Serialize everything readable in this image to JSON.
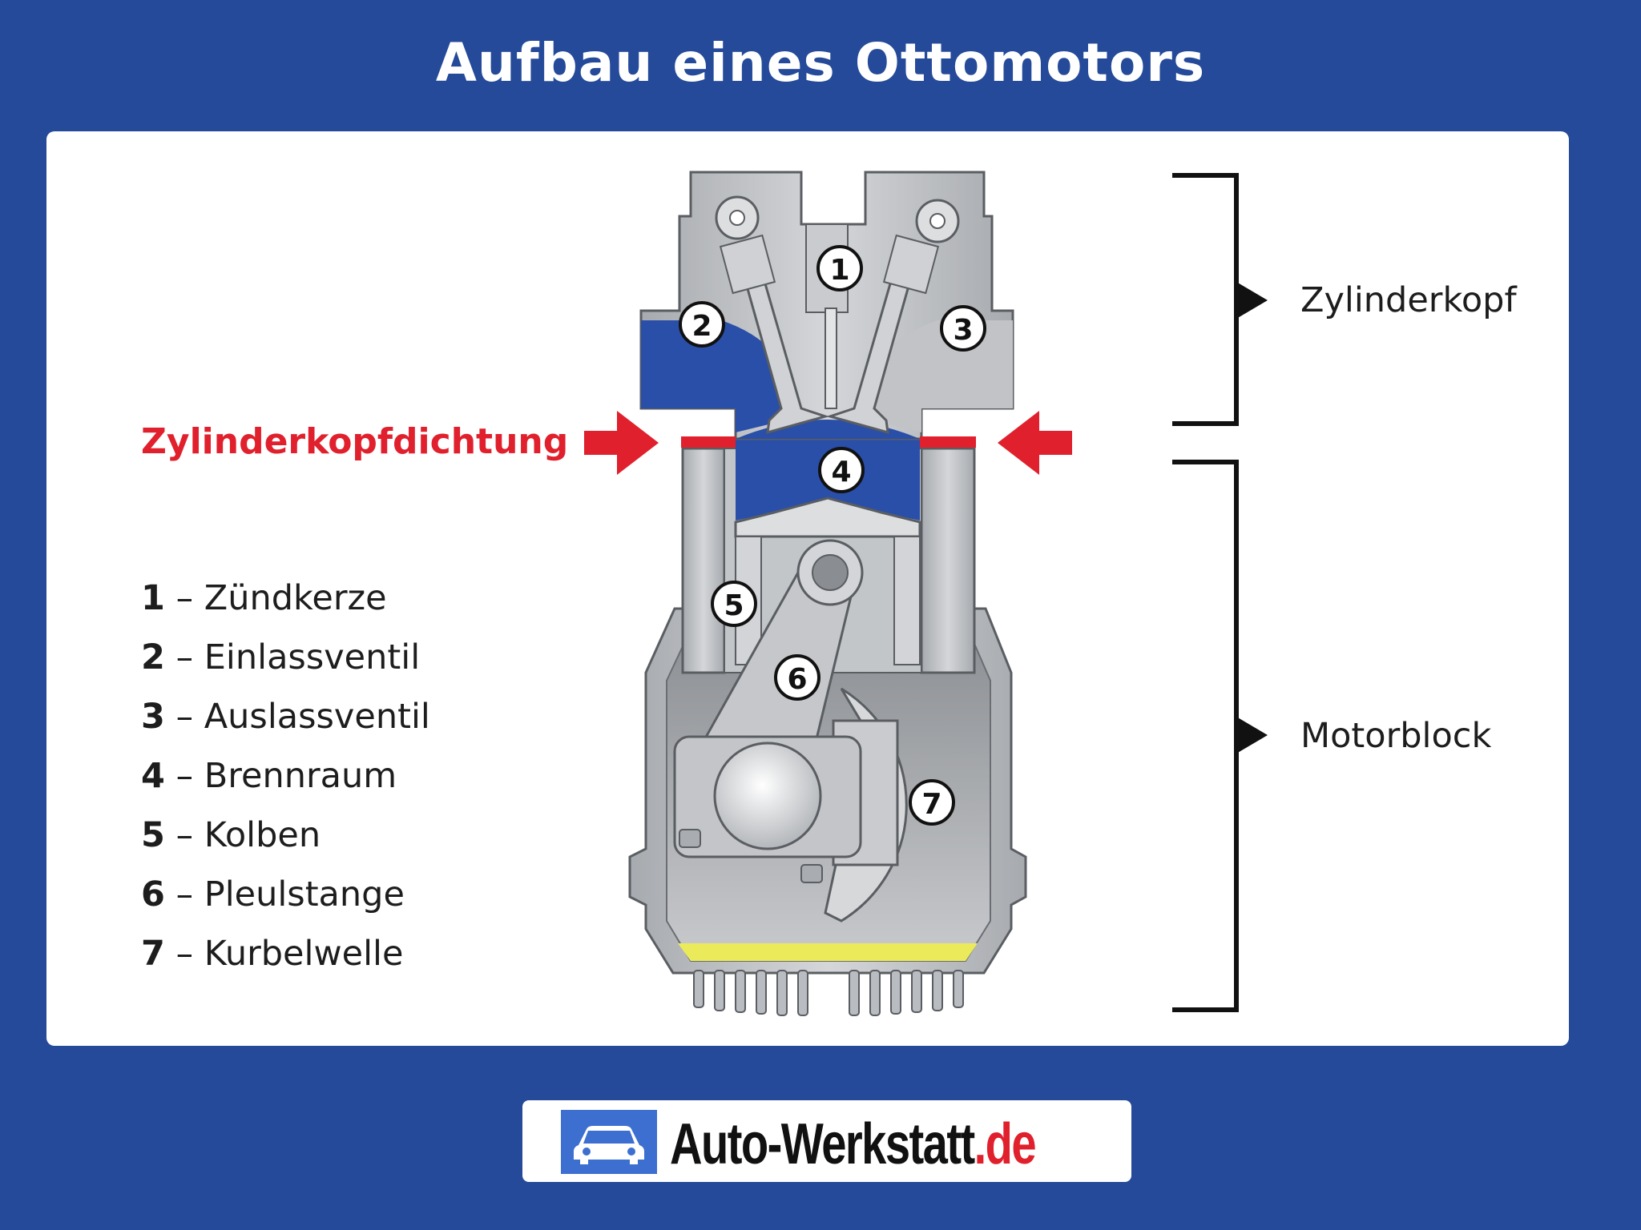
{
  "title": "Aufbau eines Ottomotors",
  "gasket_label": "Zylinderkopfdichtung",
  "sections": {
    "head": "Zylinderkopf",
    "block": "Motorblock"
  },
  "legend": [
    {
      "num": "1",
      "label": " – Zündkerze"
    },
    {
      "num": "2",
      "label": " – Einlassventil"
    },
    {
      "num": "3",
      "label": " – Auslassventil"
    },
    {
      "num": "4",
      "label": " – Brennraum"
    },
    {
      "num": "5",
      "label": " – Kolben"
    },
    {
      "num": "6",
      "label": " – Pleulstange"
    },
    {
      "num": "7",
      "label": " – Kurbelwelle"
    }
  ],
  "markers": [
    "1",
    "2",
    "3",
    "4",
    "5",
    "6",
    "7"
  ],
  "logo": {
    "name": "Auto-Werkstatt",
    "tld": ".de"
  },
  "colors": {
    "background": "#244a99",
    "accent_red": "#e0202c",
    "chamber_blue": "#2a4fa8",
    "oil_yellow": "#eaea5a",
    "metal_gray": "#b9bcc0"
  }
}
